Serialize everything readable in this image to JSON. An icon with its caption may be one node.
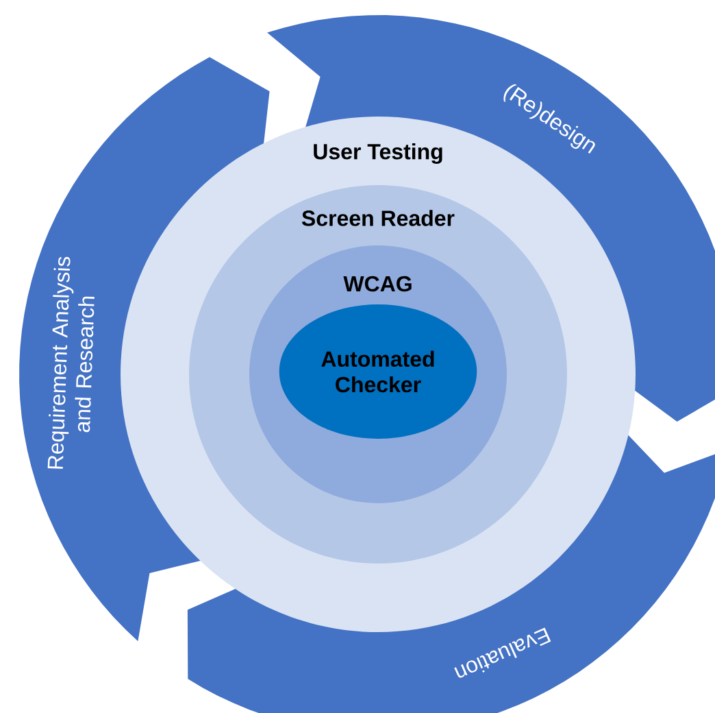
{
  "diagram": {
    "nodes": [
      {
        "text": [
          "Requirement Analysis and Research"
        ]
      },
      {
        "text": [
          "(Re)design"
        ]
      },
      {
        "text": [
          "Evaluation"
        ]
      },
      {
        "text": [
          "User Testing"
        ]
      },
      {
        "text": [
          "Screen Reader"
        ],
        "in": 3
      },
      {
        "text": [
          "WCAG"
        ],
        "in": 4
      },
      {
        "text": [
          "Automated Checker"
        ],
        "in": 5
      }
    ]
  }
}
